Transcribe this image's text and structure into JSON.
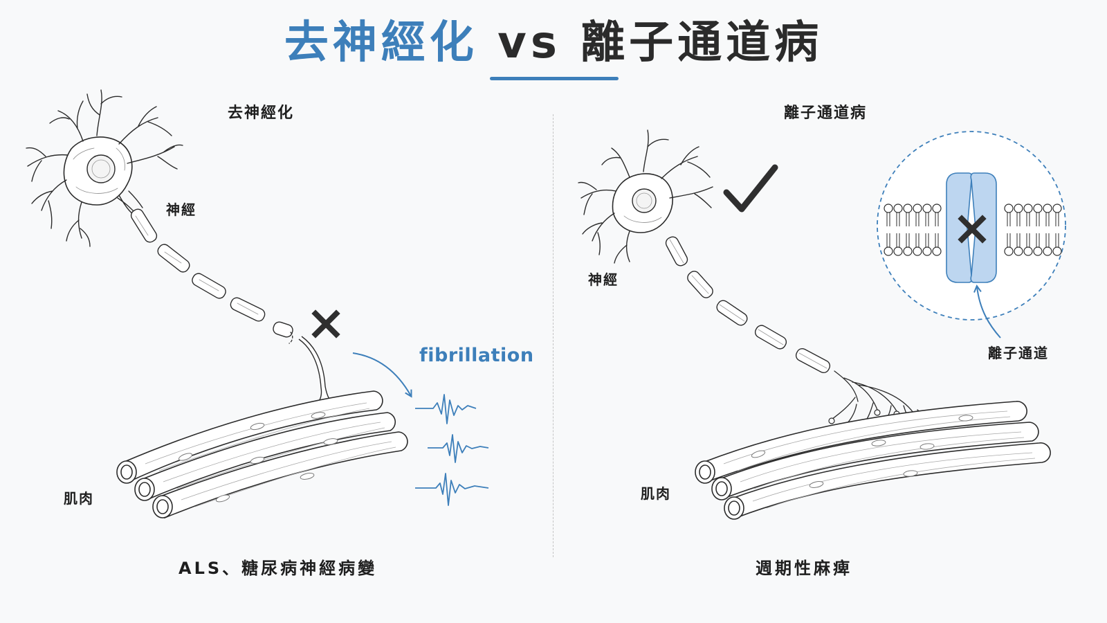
{
  "title": {
    "left": "去神經化",
    "vs": "vs",
    "right": "離子通道病"
  },
  "left_panel": {
    "heading": "去神經化",
    "nerve_label": "神經",
    "muscle_label": "肌肉",
    "signal_label": "fibrillation",
    "caption": "ALS、糖尿病神經病變"
  },
  "right_panel": {
    "heading": "離子通道病",
    "nerve_label": "神經",
    "muscle_label": "肌肉",
    "channel_label": "離子通道",
    "caption": "週期性麻痺"
  },
  "colors": {
    "accent_blue": "#3d7fba",
    "channel_fill": "#bdd6f0",
    "ink": "#2b2b2b"
  },
  "icons": [
    "cross-icon",
    "check-icon"
  ]
}
